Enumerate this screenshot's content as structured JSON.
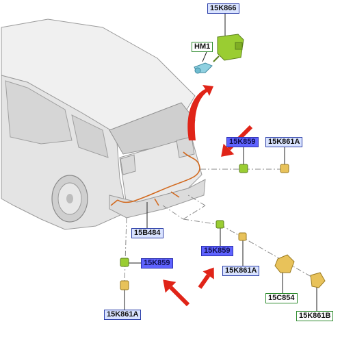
{
  "diagram": {
    "callouts": {
      "c15K866": "15K866",
      "cHM1": "HM1",
      "c15K859_top": "15K859",
      "c15K861A_top": "15K861A",
      "c15B484": "15B484",
      "c15K859_left": "15K859",
      "c15K859_mid": "15K859",
      "c15K861A_mid": "15K861A",
      "c15K861A_bottom": "15K861A",
      "c15C854": "15C854",
      "c15K861B": "15K861B"
    },
    "colors": {
      "callout_blue_fill": "#d9e3ff",
      "callout_highlight_fill": "#5f63ff",
      "callout_green_border": "#2e8b2e",
      "arrow_red": "#e02418",
      "part_green": "#9acd32",
      "part_tan": "#e8c25a",
      "harness_orange": "#d2691e",
      "car_body": "#e6e6e6"
    }
  }
}
